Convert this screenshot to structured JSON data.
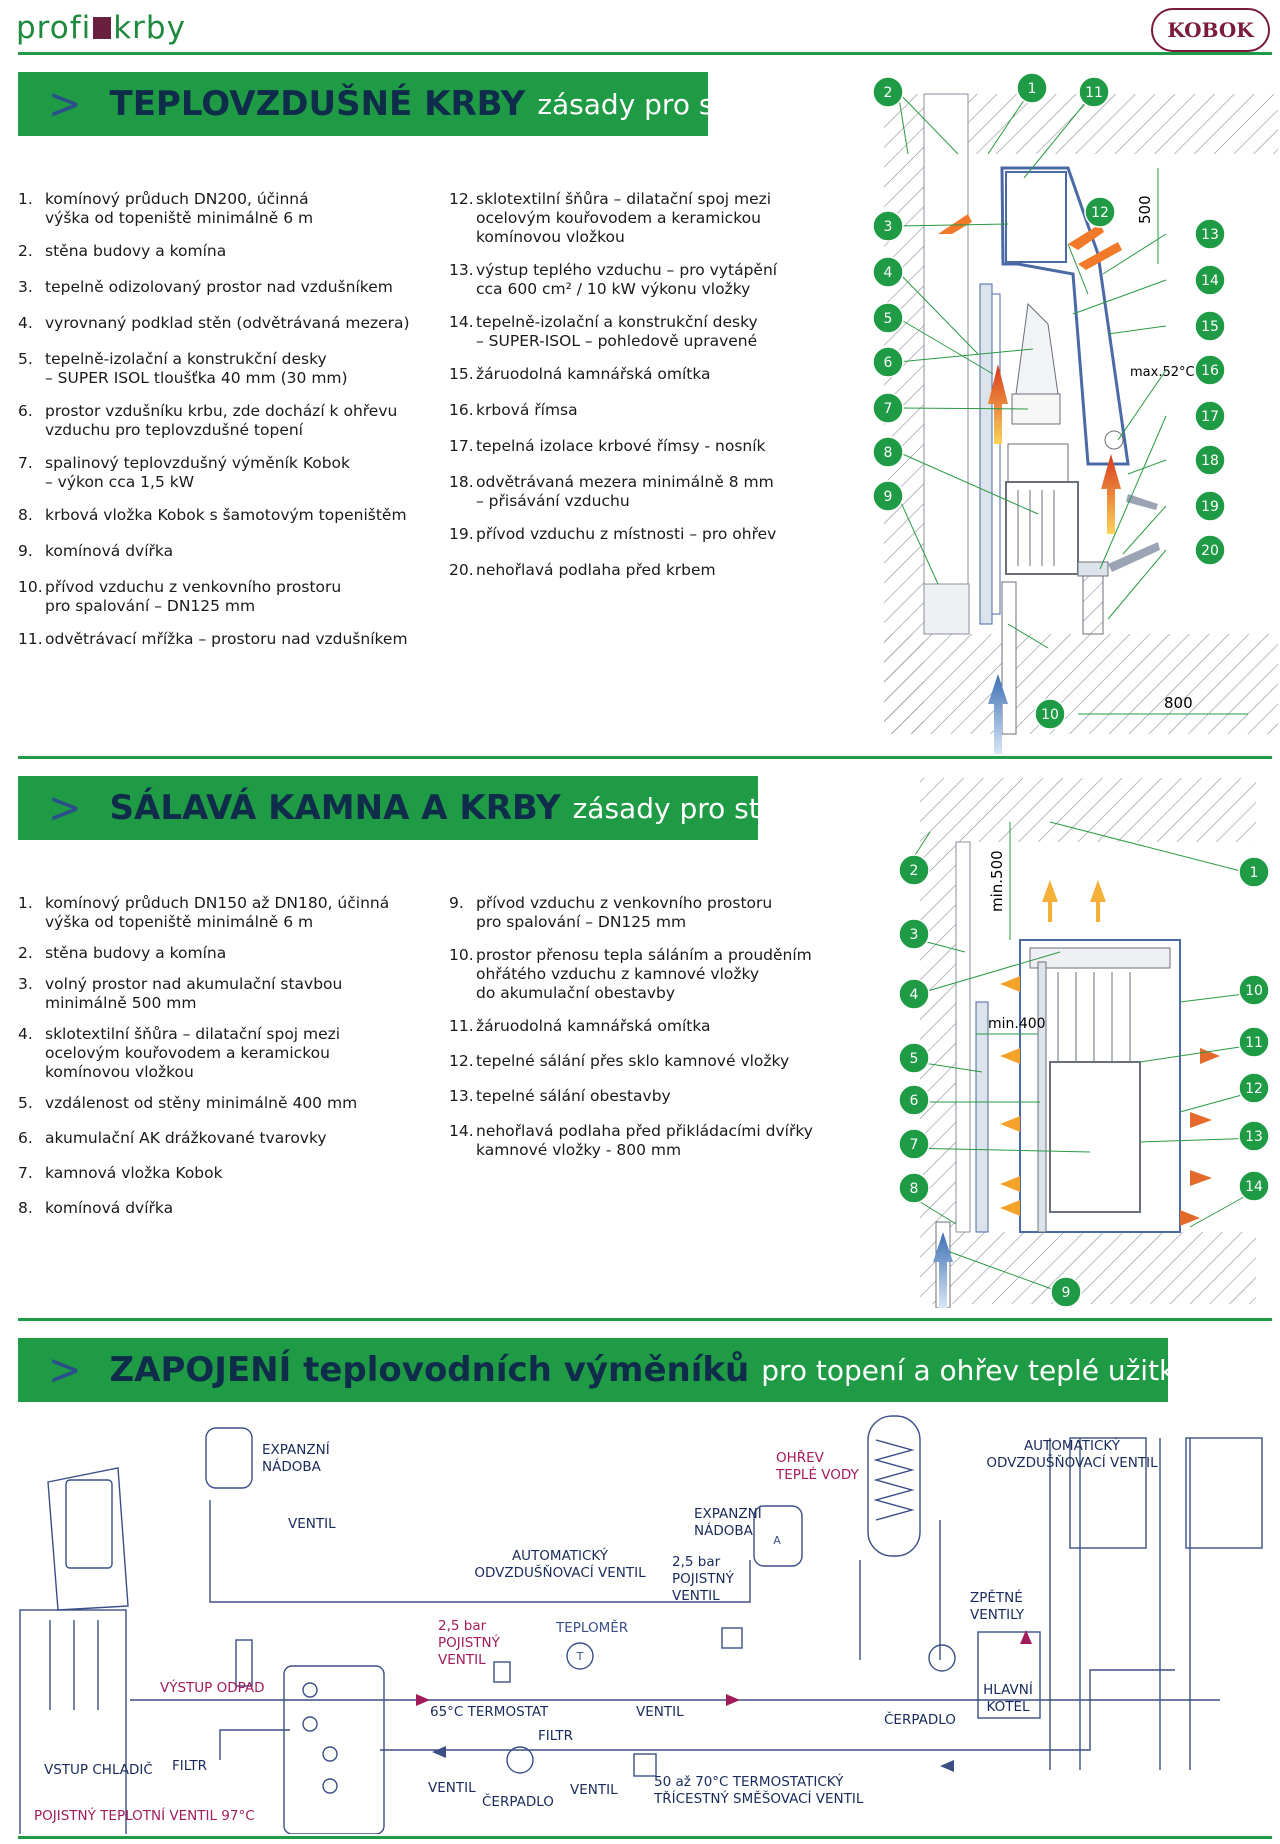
{
  "header": {
    "logo_left": "profi",
    "logo_right": "krby",
    "brand": "KOBOK"
  },
  "section1": {
    "title_bold": "TEPLOVZDUŠNÉ KRBY",
    "title_light": "zásady pro stavbu",
    "items_left": [
      {
        "n": "1.",
        "t": "komínový průduch DN200, účinná\nvýška od topeniště minimálně 6 m"
      },
      {
        "n": "2.",
        "t": "stěna budovy a komína"
      },
      {
        "n": "3.",
        "t": "tepelně odizolovaný prostor nad vzdušníkem"
      },
      {
        "n": "4.",
        "t": "vyrovnaný podklad stěn (odvětrávaná mezera)"
      },
      {
        "n": "5.",
        "t": "tepelně-izolační a konstrukční desky\n– SUPER ISOL tloušťka 40 mm (30 mm)"
      },
      {
        "n": "6.",
        "t": "prostor vzdušníku krbu, zde dochází k ohřevu\nvzduchu pro teplovzdušné topení"
      },
      {
        "n": "7.",
        "t": "spalinový teplovzdušný výměník Kobok\n– výkon cca 1,5 kW"
      },
      {
        "n": "8.",
        "t": "krbová vložka Kobok s šamotovým topeništěm"
      },
      {
        "n": "9.",
        "t": "komínová dvířka"
      },
      {
        "n": "10.",
        "t": "přívod vzduchu z venkovního prostoru\npro spalování – DN125 mm"
      },
      {
        "n": "11.",
        "t": "odvětrávací mřížka – prostoru nad vzdušníkem"
      }
    ],
    "items_right": [
      {
        "n": "12.",
        "t": "sklotextilní šňůra – dilatační spoj mezi\nocelovým kouřovodem a keramickou\nkomínovou vložkou"
      },
      {
        "n": "13.",
        "t": "výstup teplého vzduchu – pro vytápění\ncca 600 cm² / 10 kW výkonu vložky"
      },
      {
        "n": "14.",
        "t": "tepelně-izolační a konstrukční desky\n– SUPER-ISOL – pohledově upravené"
      },
      {
        "n": "15.",
        "t": "žáruodolná kamnářská omítka"
      },
      {
        "n": "16.",
        "t": "krbová římsa"
      },
      {
        "n": "17.",
        "t": "tepelná izolace krbové římsy - nosník"
      },
      {
        "n": "18.",
        "t": "odvětrávaná mezera minimálně 8 mm\n– přisávání vzduchu"
      },
      {
        "n": "19.",
        "t": "přívod vzduchu z místnosti – pro ohřev"
      },
      {
        "n": "20.",
        "t": "nehořlavá podlaha před krbem"
      }
    ],
    "diagram": {
      "labels": [
        "1",
        "2",
        "3",
        "4",
        "5",
        "6",
        "7",
        "8",
        "9",
        "10",
        "11",
        "12",
        "13",
        "14",
        "15",
        "16",
        "17",
        "18",
        "19",
        "20"
      ],
      "dim_height": "500",
      "dim_temp": "max.52°C",
      "dim_width": "800"
    }
  },
  "section2": {
    "title_bold": "SÁLAVÁ KAMNA A KRBY",
    "title_light": "zásady pro stavbu",
    "items_left": [
      {
        "n": "1.",
        "t": "komínový průduch DN150 až DN180, účinná\nvýška od topeniště minimálně 6 m"
      },
      {
        "n": "2.",
        "t": "stěna budovy a komína"
      },
      {
        "n": "3.",
        "t": "volný prostor nad akumulační stavbou\nminimálně 500 mm"
      },
      {
        "n": "4.",
        "t": "sklotextilní šňůra – dilatační spoj mezi\nocelovým kouřovodem a keramickou\nkomínovou vložkou"
      },
      {
        "n": "5.",
        "t": "vzdálenost od stěny minimálně 400 mm"
      },
      {
        "n": "6.",
        "t": "akumulační AK drážkované tvarovky"
      },
      {
        "n": "7.",
        "t": "kamnová vložka Kobok"
      },
      {
        "n": "8.",
        "t": "komínová dvířka"
      }
    ],
    "items_right": [
      {
        "n": "9.",
        "t": "přívod vzduchu z venkovního prostoru\npro spalování – DN125 mm"
      },
      {
        "n": "10.",
        "t": "prostor přenosu tepla sáláním a prouděním\nohřátého vzduchu z kamnové vložky\ndo akumulační obestavby"
      },
      {
        "n": "11.",
        "t": "žáruodolná kamnářská omítka"
      },
      {
        "n": "12.",
        "t": "tepelné sálání přes sklo kamnové vložky"
      },
      {
        "n": "13.",
        "t": "tepelné sálání obestavby"
      },
      {
        "n": "14.",
        "t": "nehořlavá podlaha před přikládacími dvířky\nkamnové vložky - 800 mm"
      }
    ],
    "diagram": {
      "labels": [
        "1",
        "2",
        "3",
        "4",
        "5",
        "6",
        "7",
        "8",
        "9",
        "10",
        "11",
        "12",
        "13",
        "14"
      ],
      "dim_height": "min.500",
      "dim_gap": "min.400"
    }
  },
  "section3": {
    "title_bold": "ZAPOJENÍ teplovodních výměníků",
    "title_light": "pro topení a ohřev teplé užitkové vody",
    "labels": {
      "expanzni1": "EXPANZNÍ\nNÁDOBA",
      "ventil_top": "VENTIL",
      "auto_ventil1": "AUTOMATICKÝ\nODVZDUŠŇOVACÍ VENTIL",
      "pojistny1": "2,5 bar\nPOJISTNÝ\nVENTIL",
      "teplomer": "TEPLOMĚR",
      "expanzni2": "EXPANZNÍ\nNÁDOBA",
      "pojistny2": "2,5 bar\nPOJISTNÝ\nVENTIL",
      "ohrev": "OHŘEV\nTEPLÉ VODY",
      "auto_ventil2": "AUTOMATICKÝ\nODVZDUŠŇOVACÍ VENTIL",
      "zpetne": "ZPĚTNÉ\nVENTILY",
      "vystup": "VÝSTUP ODPAD",
      "termostat": "65°C TERMOSTAT",
      "ventil_mid": "VENTIL",
      "filtr_mid": "FILTR",
      "cerpadlo_r": "ČERPADLO",
      "hlavni": "HLAVNÍ\nKOTEL",
      "vstup": "VSTUP CHLADIČ",
      "filtr_left": "FILTR",
      "ventil_b1": "VENTIL",
      "cerpadlo_b": "ČERPADLO",
      "ventil_b2": "VENTIL",
      "smesovaci": "50 až 70°C TERMOSTATICKÝ\nTŘÍCESTNÝ SMĚŠOVACÍ VENTIL",
      "pojistny_tepl": "POJISTNÝ TEPLOTNÍ VENTIL 97°C",
      "tank_symbol": "A",
      "thermo_symbol": "T"
    }
  }
}
